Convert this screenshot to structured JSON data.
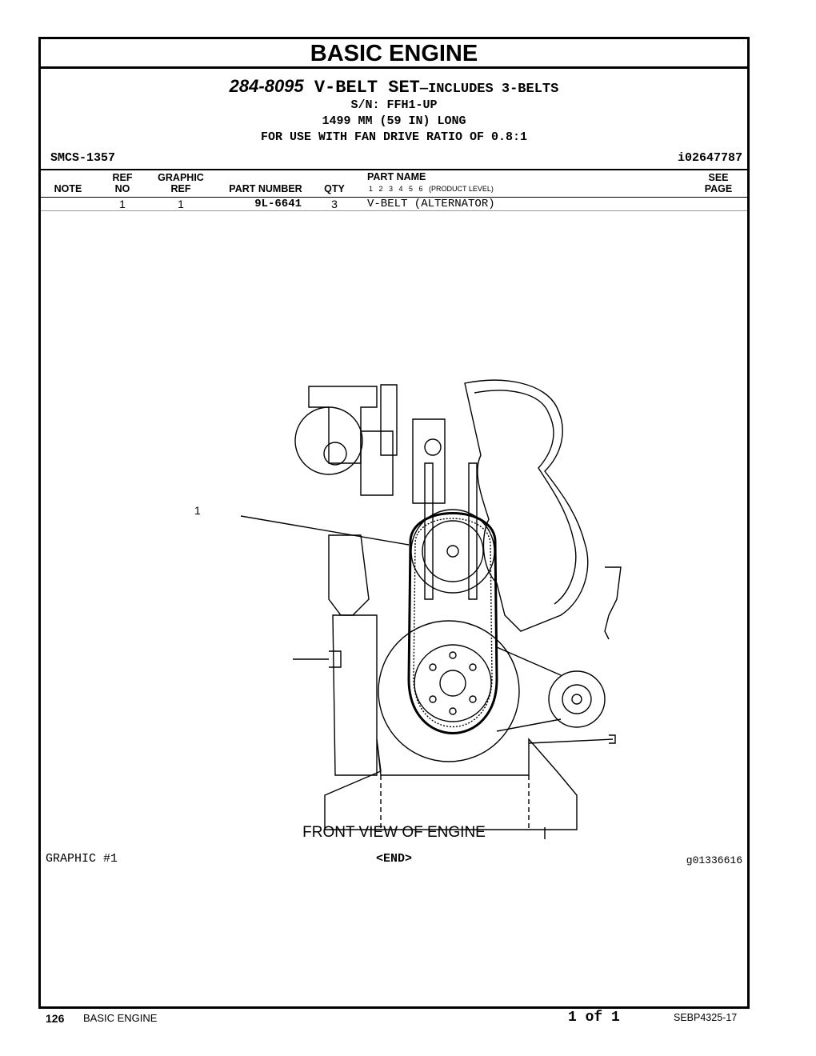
{
  "title": "BASIC ENGINE",
  "kit": {
    "part_number": "284-8095",
    "name": "V-BELT SET",
    "includes": "—INCLUDES 3-BELTS",
    "serial": "S/N: FFH1-UP",
    "length": "1499 MM (59 IN) LONG",
    "usage": "FOR USE WITH FAN DRIVE RATIO OF 0.8:1"
  },
  "smcs": "SMCS-1357",
  "info_ref": "i02647787",
  "table": {
    "headers": {
      "note": "NOTE",
      "ref_no": [
        "REF",
        "NO"
      ],
      "graphic_ref": [
        "GRAPHIC",
        "REF"
      ],
      "part_number": "PART NUMBER",
      "qty": "QTY",
      "part_name": "PART NAME",
      "levels": "1   2   3   4   5   6   (PRODUCT LEVEL)",
      "see_page": [
        "SEE",
        "PAGE"
      ]
    },
    "rows": [
      {
        "note": "",
        "ref_no": "1",
        "graphic_ref": "1",
        "part_number": "9L-6641",
        "qty": "3",
        "part_name": "V-BELT (ALTERNATOR)",
        "see_page": ""
      }
    ]
  },
  "graphic": {
    "callout": "1",
    "caption": "FRONT VIEW OF ENGINE",
    "number": "GRAPHIC #1",
    "end": "<END>",
    "id": "g01336616"
  },
  "footer": {
    "page": "126",
    "section": "BASIC ENGINE",
    "page_of": "1 of 1",
    "doc": "SEBP4325-17"
  }
}
